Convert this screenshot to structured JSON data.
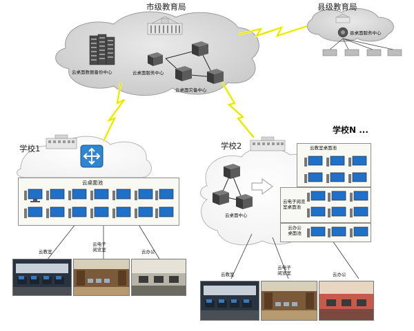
{
  "city": {
    "title": "市级教育局"
  },
  "county": {
    "title": "县级教育局",
    "center_label": "县桌面服务中心"
  },
  "city_centers": {
    "backup_label": "云桌面数据备份中心",
    "service_label": "云桌面服务中心",
    "disaster_label": "云桌面灾备中心"
  },
  "school1": {
    "title": "学校1",
    "pool_label": "云桌面池",
    "rooms": [
      {
        "label": "云教室"
      },
      {
        "label": "云电子阅览室"
      },
      {
        "label": "云办公"
      }
    ]
  },
  "school2": {
    "title": "学校2",
    "center_label": "云桌面中心",
    "pools": [
      {
        "label": "云教室桌面池"
      },
      {
        "label": "云电子阅览室桌面池"
      },
      {
        "label": "云办公桌面池"
      }
    ],
    "rooms": [
      {
        "label": "云教室"
      },
      {
        "label": "云电子阅览室"
      },
      {
        "label": "云办公"
      }
    ]
  },
  "schoolN": {
    "title": "学校N ..."
  },
  "colors": {
    "cloud": "#d9d9d9",
    "cloud_edge": "#9a9a9a",
    "lightning": "#ffff33",
    "monitor_screen": "#1e70c8",
    "switch_blue": "#2f86d0"
  }
}
